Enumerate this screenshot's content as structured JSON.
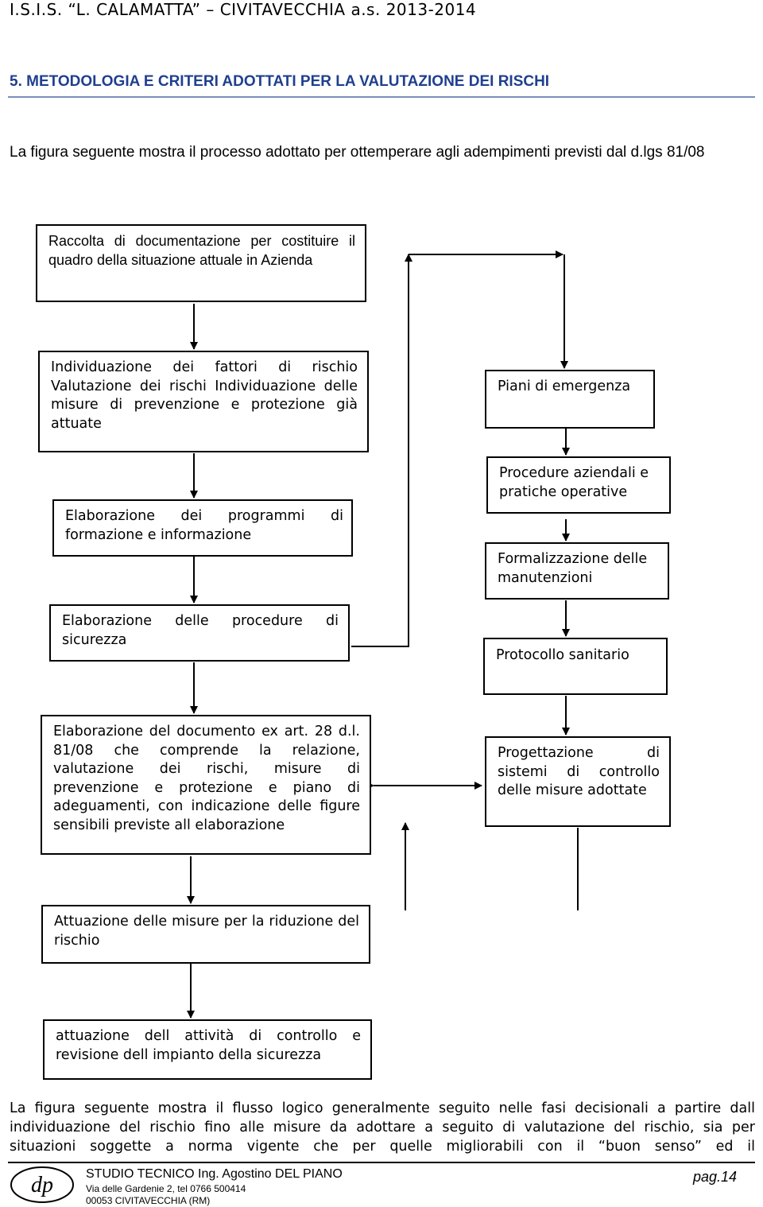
{
  "header": {
    "school": "I.S.I.S. “L. CALAMATTA” – CIVITAVECCHIA a.s. 2013-2014"
  },
  "section": {
    "title": "5. METODOLOGIA E CRITERI ADOTTATI PER LA VALUTAZIONE DEI RISCHI",
    "intro": "La figura seguente mostra il processo adottato per ottemperare agli adempimenti previsti dal d.lgs 81/08"
  },
  "flowchart": {
    "raccolta": "Raccolta di documentazione per costituire il quadro della situazione attuale in Azienda",
    "individuazione": "Individuazione dei fattori di rischio Valutazione dei rischi Individuazione delle misure di prevenzione e protezione già attuate",
    "formazione": "Elaborazione dei programmi di formazione e informazione",
    "procedure_sicurezza": "Elaborazione delle procedure di sicurezza",
    "documento": "Elaborazione del documento ex art. 28 d.l. 81/08 che comprende la relazione, valutazione dei rischi, misure di prevenzione e protezione e piano di adeguamenti, con indicazione delle figure sensibili previste all elaborazione",
    "attuazione_misure": "Attuazione delle misure per la riduzione del rischio",
    "attuazione_controllo": "attuazione dell attività di controllo e revisione dell impianto della sicurezza",
    "piani_emergenza": "Piani di emergenza",
    "procedure_aziendali": "Procedure aziendali e pratiche operative",
    "manutenzioni": "Formalizzazione delle manutenzioni",
    "protocollo": "Protocollo sanitario",
    "progettazione": "Progettazione di sistemi di controllo delle misure adottate"
  },
  "closing_text": "La figura seguente mostra il flusso logico generalmente seguito nelle fasi decisionali a partire dall individuazione del rischio fino alle misure da adottare a seguito di valutazione del rischio, sia per situazioni soggette a norma vigente che per quelle migliorabili con il “buon senso” ed il",
  "footer": {
    "logo_text": "dp",
    "studio": "STUDIO TECNICO Ing. Agostino DEL PIANO",
    "address_1": "Via delle Gardenie 2, tel 0766 500414",
    "address_2": "00053 CIVITAVECCHIA (RM)",
    "page": "pag.14"
  }
}
